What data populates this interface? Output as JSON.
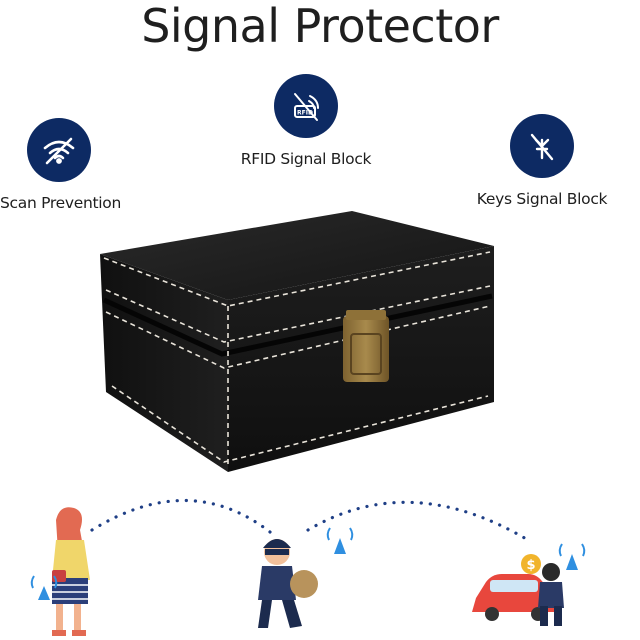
{
  "title": "Signal Protector",
  "features": [
    {
      "label": "Scan Prevention",
      "icon": "wifi-blocked-icon"
    },
    {
      "label": "RFID Signal Block",
      "icon": "rfid-blocked-icon"
    },
    {
      "label": "Keys Signal Block",
      "icon": "antenna-blocked-icon"
    }
  ],
  "illustration": {
    "price_symbol": "$"
  },
  "colors": {
    "badge": "#0d2a63",
    "signal": "#2f8fe0",
    "car": "#e8473d",
    "box": "#1a1a1a",
    "stitch": "#e9e4da",
    "clasp": "#9a7a3e"
  }
}
